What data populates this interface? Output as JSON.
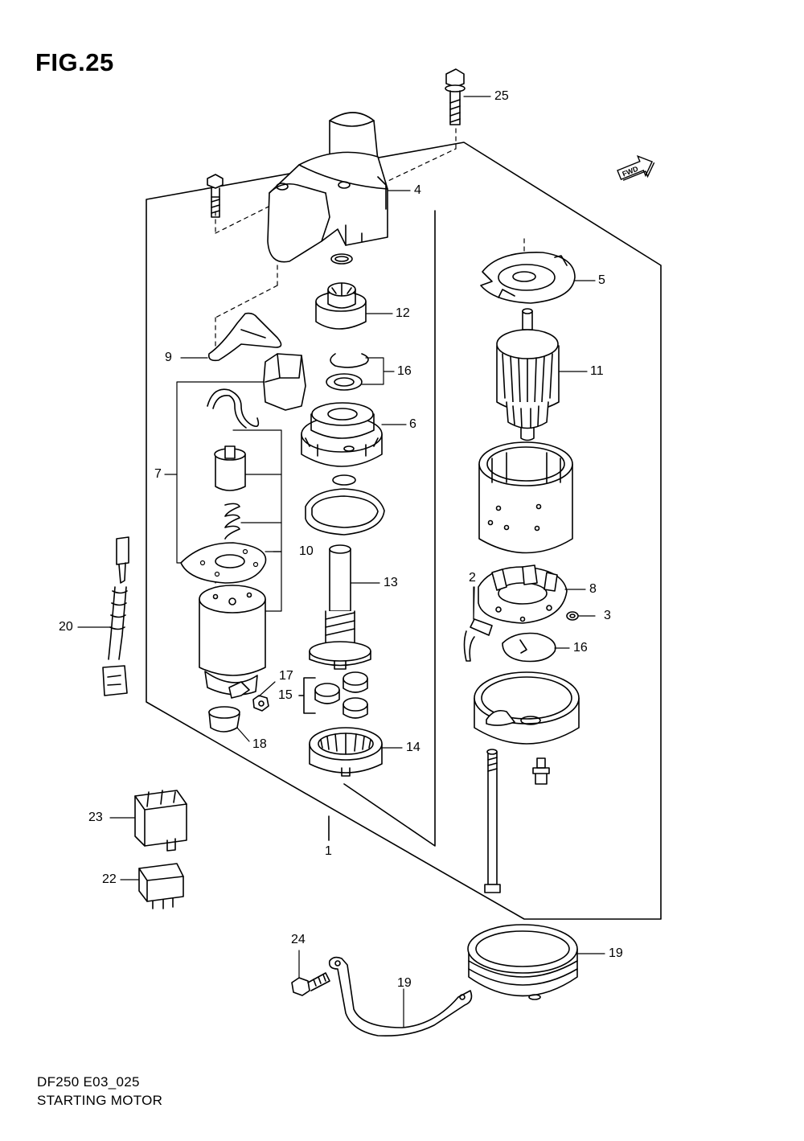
{
  "figure": {
    "title": "FIG.25",
    "code": "DF250 E03_025",
    "caption": "STARTING MOTOR",
    "direction_label": "FWD"
  },
  "callouts": [
    {
      "id": "c1",
      "label": "1"
    },
    {
      "id": "c2",
      "label": "2"
    },
    {
      "id": "c3",
      "label": "3"
    },
    {
      "id": "c4",
      "label": "4"
    },
    {
      "id": "c5",
      "label": "5"
    },
    {
      "id": "c6",
      "label": "6"
    },
    {
      "id": "c7",
      "label": "7"
    },
    {
      "id": "c8",
      "label": "8"
    },
    {
      "id": "c9",
      "label": "9"
    },
    {
      "id": "c10",
      "label": "10"
    },
    {
      "id": "c11",
      "label": "11"
    },
    {
      "id": "c12",
      "label": "12"
    },
    {
      "id": "c13",
      "label": "13"
    },
    {
      "id": "c14",
      "label": "14"
    },
    {
      "id": "c15",
      "label": "15"
    },
    {
      "id": "c16a",
      "label": "16"
    },
    {
      "id": "c16b",
      "label": "16"
    },
    {
      "id": "c17",
      "label": "17"
    },
    {
      "id": "c18",
      "label": "18"
    },
    {
      "id": "c19",
      "label": "19"
    },
    {
      "id": "c20",
      "label": "20"
    },
    {
      "id": "c21",
      "label": "21"
    },
    {
      "id": "c22",
      "label": "22"
    },
    {
      "id": "c23",
      "label": "23"
    },
    {
      "id": "c24",
      "label": "24"
    },
    {
      "id": "c25",
      "label": "25"
    }
  ]
}
